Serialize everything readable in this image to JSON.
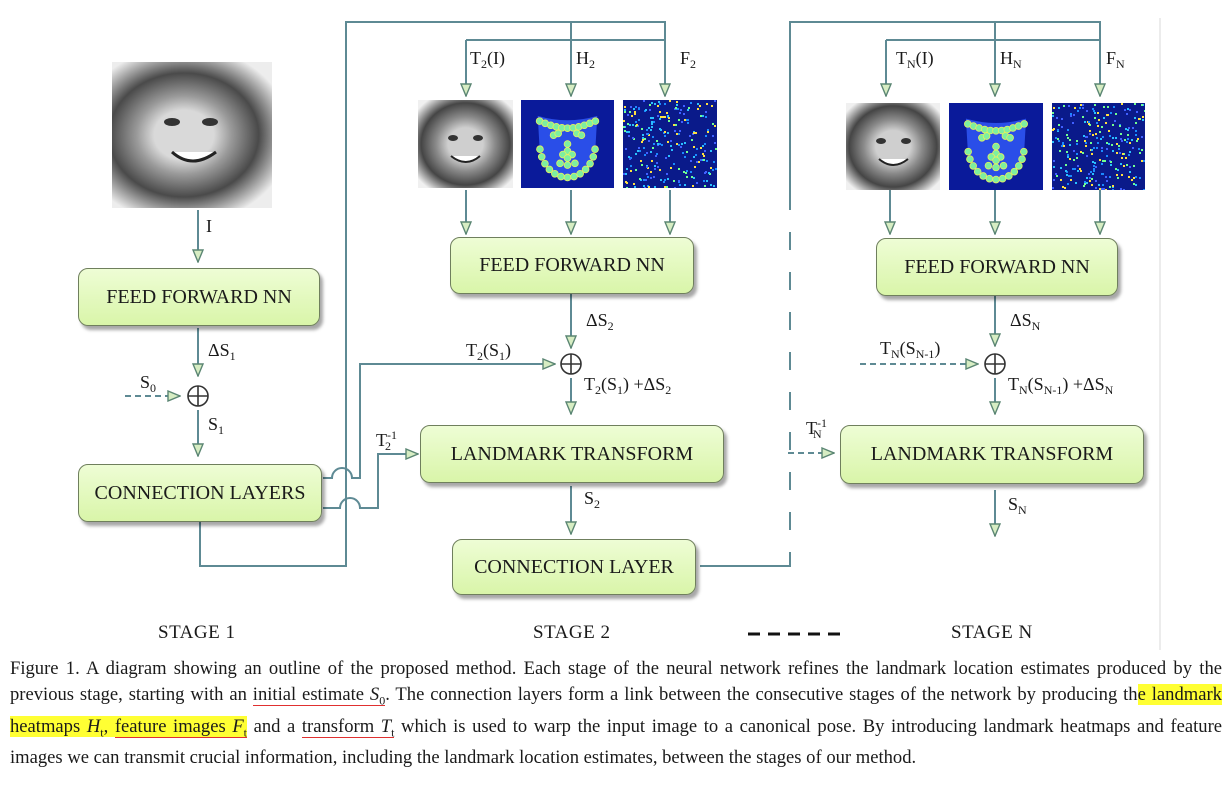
{
  "diagram": {
    "input_label": "I",
    "boxes": {
      "ffnn1": "FEED FORWARD NN",
      "conn1": "CONNECTION LAYERS",
      "ffnn2": "FEED FORWARD NN",
      "lt2": "LANDMARK TRANSFORM",
      "conn2": "CONNECTION LAYER",
      "ffnnN": "FEED FORWARD NN",
      "ltN": "LANDMARK TRANSFORM"
    },
    "stage1": {
      "delta": "ΔS",
      "delta_sub": "1",
      "s0": "S",
      "s0_sub": "0",
      "s1": "S",
      "s1_sub": "1"
    },
    "stage2": {
      "t_in": "T",
      "t_in_sub": "2",
      "t_in_suffix": "(I)",
      "h": "H",
      "h_sub": "2",
      "f": "F",
      "f_sub": "2",
      "delta": "ΔS",
      "delta_sub": "2",
      "ts_a": "T",
      "ts_a_sub": "2",
      "ts_b": "(S",
      "ts_b_sub": "1",
      "ts_c": ")",
      "sum_a": "T",
      "sum_a_sub": "2",
      "sum_b": "(S",
      "sum_b_sub": "1",
      "sum_c": ") +ΔS",
      "sum_c_sub": "2",
      "tinv": "T",
      "tinv_sub": "2",
      "tinv_sup": "-1",
      "s_out": "S",
      "s_out_sub": "2"
    },
    "stageN": {
      "t_in": "T",
      "t_in_sub": "N",
      "t_in_suffix": "(I)",
      "h": "H",
      "h_sub": "N",
      "f": "F",
      "f_sub": "N",
      "delta": "ΔS",
      "delta_sub": "N",
      "ts_a": "T",
      "ts_a_sub": "N",
      "ts_b": "(S",
      "ts_b_sub": "N-1",
      "ts_c": ")",
      "sum_a": "T",
      "sum_a_sub": "N",
      "sum_b": "(S",
      "sum_b_sub": "N-1",
      "sum_c": ") +ΔS",
      "sum_c_sub": "N",
      "tinv": "T",
      "tinv_sub": "N",
      "tinv_sup": "-1",
      "s_out": "S",
      "s_out_sub": "N"
    },
    "stage_labels": {
      "s1": "STAGE 1",
      "s2": "STAGE 2",
      "sN": "STAGE N"
    }
  },
  "caption": {
    "part1": "Figure 1. A diagram showing an outline of the proposed method. Each stage of the neural network refines the landmark location estimates produced by the previous stage, starting with an ",
    "init_text": "initial estimate ",
    "init_math": "S",
    "init_sub": "0",
    "part2": ". The connection layers form a link between the consecutive stages of the network by producing th",
    "hl1_text": "e landmark heatmaps ",
    "hl1_math": "H",
    "hl1_sub": "t",
    "hl1_tail": ", ",
    "hl2_text": "feature images ",
    "hl2_math": "F",
    "hl2_sub": "t",
    "part3": " and a ",
    "tr_text": "transform ",
    "tr_math": "T",
    "tr_sub": "t",
    "part4": " which is used to warp the input image to a canonical pose. By introducing landmark heatmaps and feature images we can transmit crucial information, including the landmark location estimates, between the stages of our method."
  },
  "colors": {
    "box_fill": "#d9f5a9",
    "line": "#5e8a94",
    "arrow_fill": "#cfe9b8",
    "heatmap_bg": "#0a1a9a",
    "heatmap_dots": "#7df0a0",
    "highlight": "#ffff33",
    "underline": "#e03030"
  }
}
